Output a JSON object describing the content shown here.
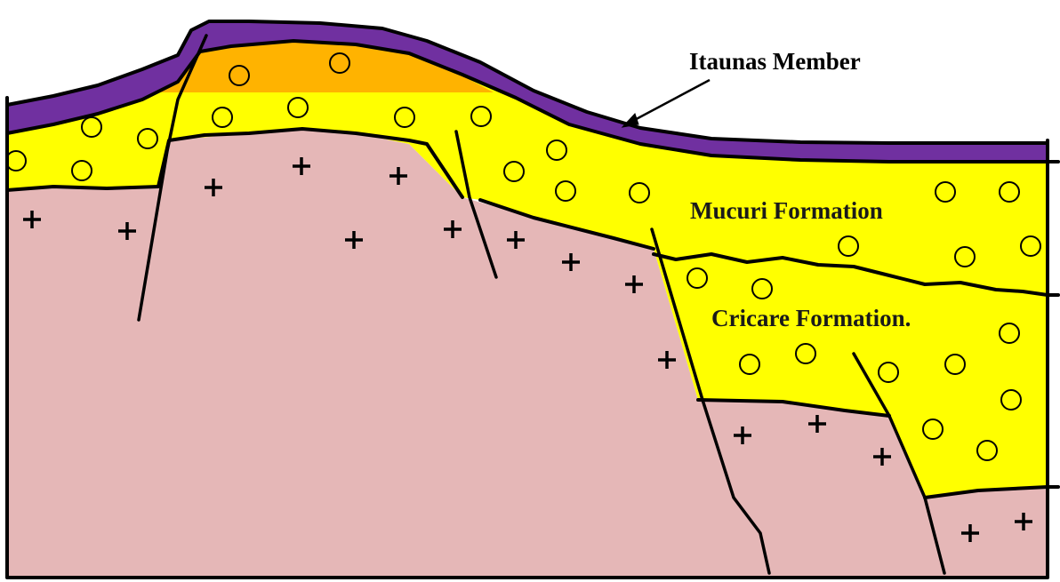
{
  "labels": {
    "itaunas": "Itaunas Member",
    "mucuri": "Mucuri Formation",
    "cricare": "Cricare Formation."
  },
  "colors": {
    "basement": "#e5b7b7",
    "sandstone": "#ffff00",
    "orange_lens": "#ffb300",
    "itaunas": "#7030a0",
    "outline": "#000000"
  }
}
